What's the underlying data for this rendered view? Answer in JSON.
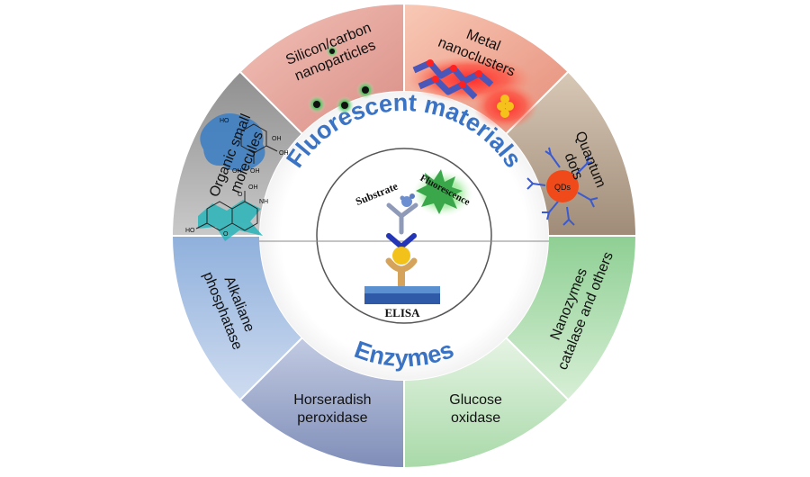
{
  "diagram": {
    "center_title_top": "Fluorescent materials",
    "center_title_bottom": "Enzymes",
    "elisa": {
      "substrate": "Substrate",
      "fluorescence": "Fluorescence",
      "label": "ELISA"
    },
    "segments": [
      {
        "id": "silicon",
        "lines": [
          "Silicon/carbon",
          "nanoparticles"
        ],
        "color": "#e7a6a0"
      },
      {
        "id": "metal",
        "lines": [
          "Metal",
          "nanoclusters"
        ],
        "color": "#f0a592"
      },
      {
        "id": "qdots",
        "lines": [
          "Quantum",
          "dots"
        ],
        "color": "#b4a392"
      },
      {
        "id": "nanozymes",
        "lines": [
          "Nanozymes",
          "catalase and others"
        ],
        "color": "#9fd3a2"
      },
      {
        "id": "glucose",
        "lines": [
          "Glucose",
          "oxidase"
        ],
        "color": "#bde2bc"
      },
      {
        "id": "horseradish",
        "lines": [
          "Horseradish",
          "peroxidase"
        ],
        "color": "#9aa7c9"
      },
      {
        "id": "alkaline",
        "lines": [
          "Alkaliane",
          "phosphatase"
        ],
        "color": "#a8c1e3"
      },
      {
        "id": "organic",
        "lines": [
          "Organic small",
          "molecules"
        ],
        "color": "#a5a5a5"
      }
    ],
    "icons": {
      "qd_label": "QDs",
      "molecule_labels": [
        "HO",
        "OH",
        "OH",
        "OH",
        "OH",
        "NH",
        "OH",
        "O",
        "O",
        "HO"
      ]
    }
  }
}
